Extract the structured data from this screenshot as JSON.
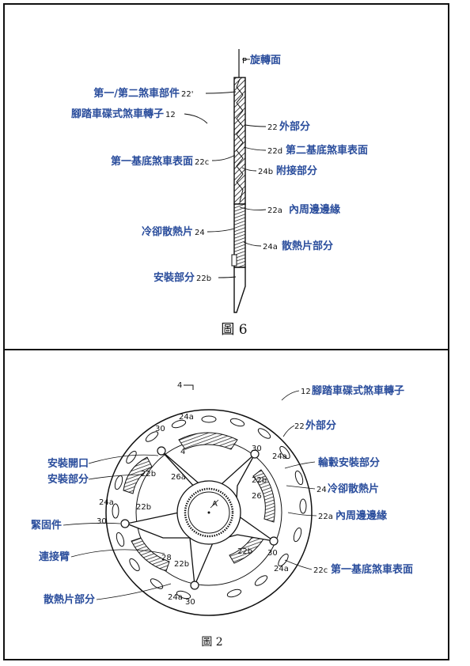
{
  "figure6": {
    "caption": "圖 6",
    "labels": {
      "rotation_plane": "旋轉面",
      "rotation_plane_ref": "P",
      "first_second_part": "第一/第二煞車部件",
      "first_second_part_ref": "22'",
      "pedal_rotor": "腳踏車碟式煞車轉子",
      "pedal_rotor_ref": "12",
      "outer_portion": "外部分",
      "outer_portion_ref": "22",
      "second_surface": "第二基底煞車表面",
      "second_surface_ref": "22d",
      "first_surface": "第一基底煞車表面",
      "first_surface_ref": "22c",
      "attach_portion": "附接部分",
      "attach_portion_ref": "24b",
      "inner_edge": "內周邊邊緣",
      "inner_edge_ref": "22a",
      "cooling_fin": "冷卻散熱片",
      "cooling_fin_ref": "24",
      "fin_portion": "散熱片部分",
      "fin_portion_ref": "24a",
      "mount_portion": "安裝部分",
      "mount_portion_ref": "22b"
    }
  },
  "figure2": {
    "caption": "圖 2",
    "labels": {
      "section_ref": "4",
      "pedal_rotor": "腳踏車碟式煞車轉子",
      "pedal_rotor_ref": "12",
      "outer_portion": "外部分",
      "outer_portion_ref": "22",
      "hub_mount": "輪轂安裝部分",
      "cooling_fin": "冷卻散熱片",
      "cooling_fin_ref": "24",
      "inner_edge": "內周邊邊緣",
      "inner_edge_ref": "22a",
      "first_surface": "第一基底煞車表面",
      "first_surface_ref": "22c",
      "mount_opening": "安裝開口",
      "mount_portion": "安裝部分",
      "fastener": "緊固件",
      "connecting_arm": "連接臂",
      "fin_portion": "散熱片部分",
      "axis": "A",
      "refs": {
        "r30a": "30",
        "r30b": "30",
        "r30c": "30",
        "r30d": "30",
        "r30e": "30",
        "r24a1": "24a",
        "r24a2": "24a",
        "r24a3": "24a",
        "r24a4": "24a",
        "r24a5": "24a",
        "r22b1": "22b",
        "r22b2": "22b",
        "r22b3": "22b",
        "r22b4": "22b",
        "r22b5": "22b",
        "r26a": "26a",
        "r26": "26",
        "r28": "28"
      }
    }
  },
  "colors": {
    "label_blue": "#2a4d9c",
    "line": "#111111"
  }
}
